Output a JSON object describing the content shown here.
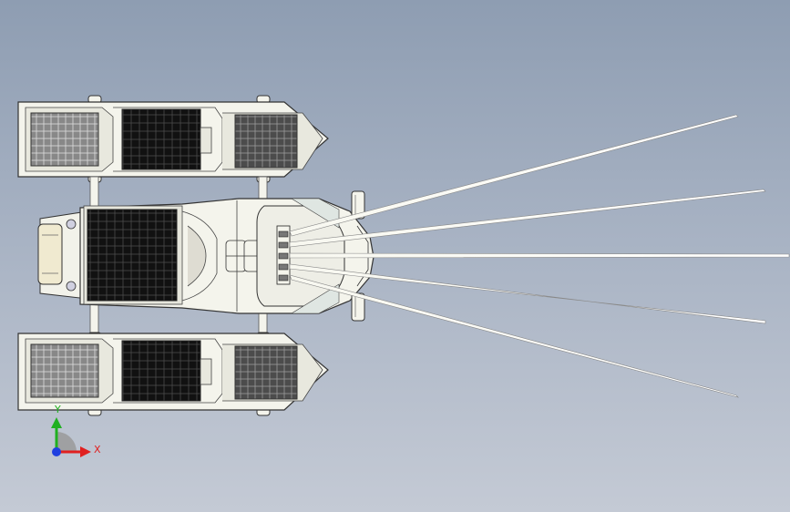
{
  "triad": {
    "x_label": "X",
    "y_label": "Y",
    "x_color": "#e02020",
    "y_color": "#20b020",
    "z_color": "#2040e0"
  },
  "scene": {
    "background_top": "#8e9db2",
    "background_bottom": "#c4cad5",
    "solar_cell_color": "#111111",
    "grey_cell_color": "#555555",
    "light_cell_color": "#8c8c8c",
    "hull_color": "#f4f4ec",
    "sensor_beam_count": 5
  }
}
